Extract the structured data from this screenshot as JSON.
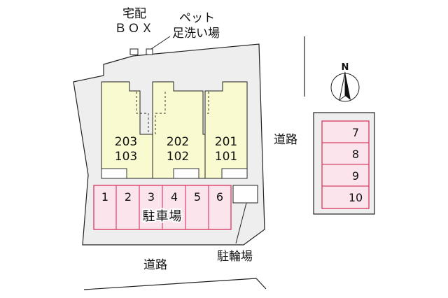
{
  "labels": {
    "delivery_box_line1": "宅配",
    "delivery_box_line2": "ＢＯＸ",
    "pet_wash_line1": "ペット",
    "pet_wash_line2": "足洗い場",
    "road_east": "道路",
    "road_south": "道路",
    "parking": "駐車場",
    "bicycle_parking": "駐輪場",
    "north": "N"
  },
  "units": [
    {
      "upper": "203",
      "lower": "103"
    },
    {
      "upper": "202",
      "lower": "102"
    },
    {
      "upper": "201",
      "lower": "101"
    }
  ],
  "parking_main": [
    "1",
    "2",
    "3",
    "4",
    "5",
    "6"
  ],
  "parking_side": [
    "7",
    "8",
    "9",
    "10"
  ],
  "colors": {
    "lot": "#eeeeee",
    "building": "#fafad0",
    "parking": "#fce4ec",
    "parking_border": "#d9436a",
    "outline": "#222222"
  }
}
